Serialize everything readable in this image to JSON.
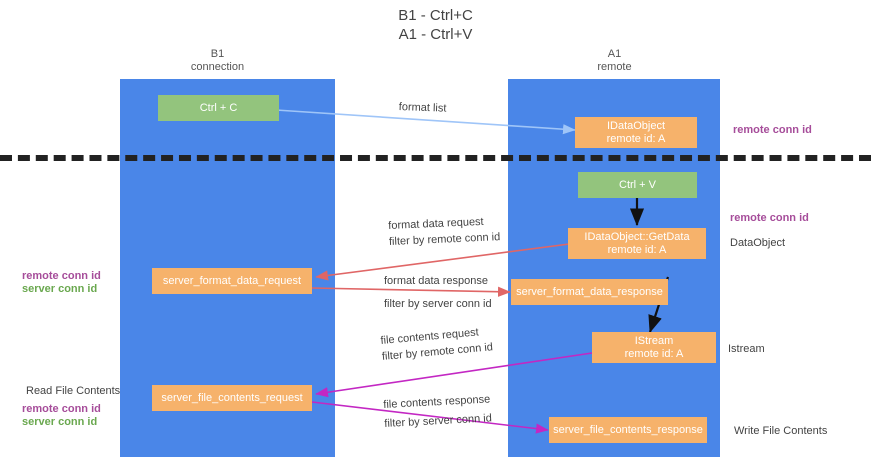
{
  "title": {
    "line1": "B1 - Ctrl+C",
    "line2": "A1 - Ctrl+V"
  },
  "columns": [
    {
      "name": "B1",
      "role": "connection"
    },
    {
      "name": "A1",
      "role": "remote"
    }
  ],
  "nodes": {
    "ctrl_c": {
      "line1": "Ctrl + C",
      "line2": ""
    },
    "ctrl_v": {
      "line1": "Ctrl + V",
      "line2": ""
    },
    "idataobject": {
      "line1": "IDataObject",
      "line2": "remote id: A"
    },
    "idataobject_getdata": {
      "line1": "IDataObject::GetData",
      "line2": "remote id: A"
    },
    "istream": {
      "line1": "IStream",
      "line2": "remote id: A"
    },
    "server_format_data_request": {
      "line1": "server_format_data_request",
      "line2": ""
    },
    "server_format_data_response": {
      "line1": "server_format_data_response",
      "line2": ""
    },
    "server_file_contents_request": {
      "line1": "server_file_contents_request",
      "line2": ""
    },
    "server_file_contents_response": {
      "line1": "server_file_contents_response",
      "line2": ""
    }
  },
  "edges": {
    "format_list": {
      "label": "format list"
    },
    "format_data_request": {
      "label": "format data request",
      "filter_prefix": "filter by ",
      "filter_key": "remote conn id"
    },
    "format_data_response": {
      "label": "format data response",
      "filter_prefix": "filter by ",
      "filter_key": "server conn id"
    },
    "file_contents_request": {
      "label": "file contents request",
      "filter_prefix": "filter by ",
      "filter_key": "remote conn id"
    },
    "file_contents_response": {
      "label": "file contents response",
      "filter_prefix": "filter by ",
      "filter_key": "server conn id"
    }
  },
  "annotations": {
    "right_remote_conn_id_top": "remote conn id",
    "right_remote_conn_id_mid": "remote conn id",
    "right_dataobject": "DataObject",
    "right_istream": "Istream",
    "right_write_file_contents": "Write File Contents",
    "left_remote_conn_id_mid": "remote conn id",
    "left_server_conn_id_mid": "server conn id",
    "left_read_file_contents": "Read File Contents",
    "left_remote_conn_id_bottom": "remote conn id",
    "left_server_conn_id_bottom": "server conn id"
  },
  "colors": {
    "lane": "#4a86e8",
    "green_node": "#93c47d",
    "orange_node": "#f6b26b",
    "purple_text": "#a64d9a",
    "green_text": "#6aa84f",
    "arrow_blue": "#9fc5f8",
    "arrow_red": "#e06666",
    "arrow_magenta": "#c327c3",
    "arrow_black": "#000000",
    "divider": "#222222"
  }
}
